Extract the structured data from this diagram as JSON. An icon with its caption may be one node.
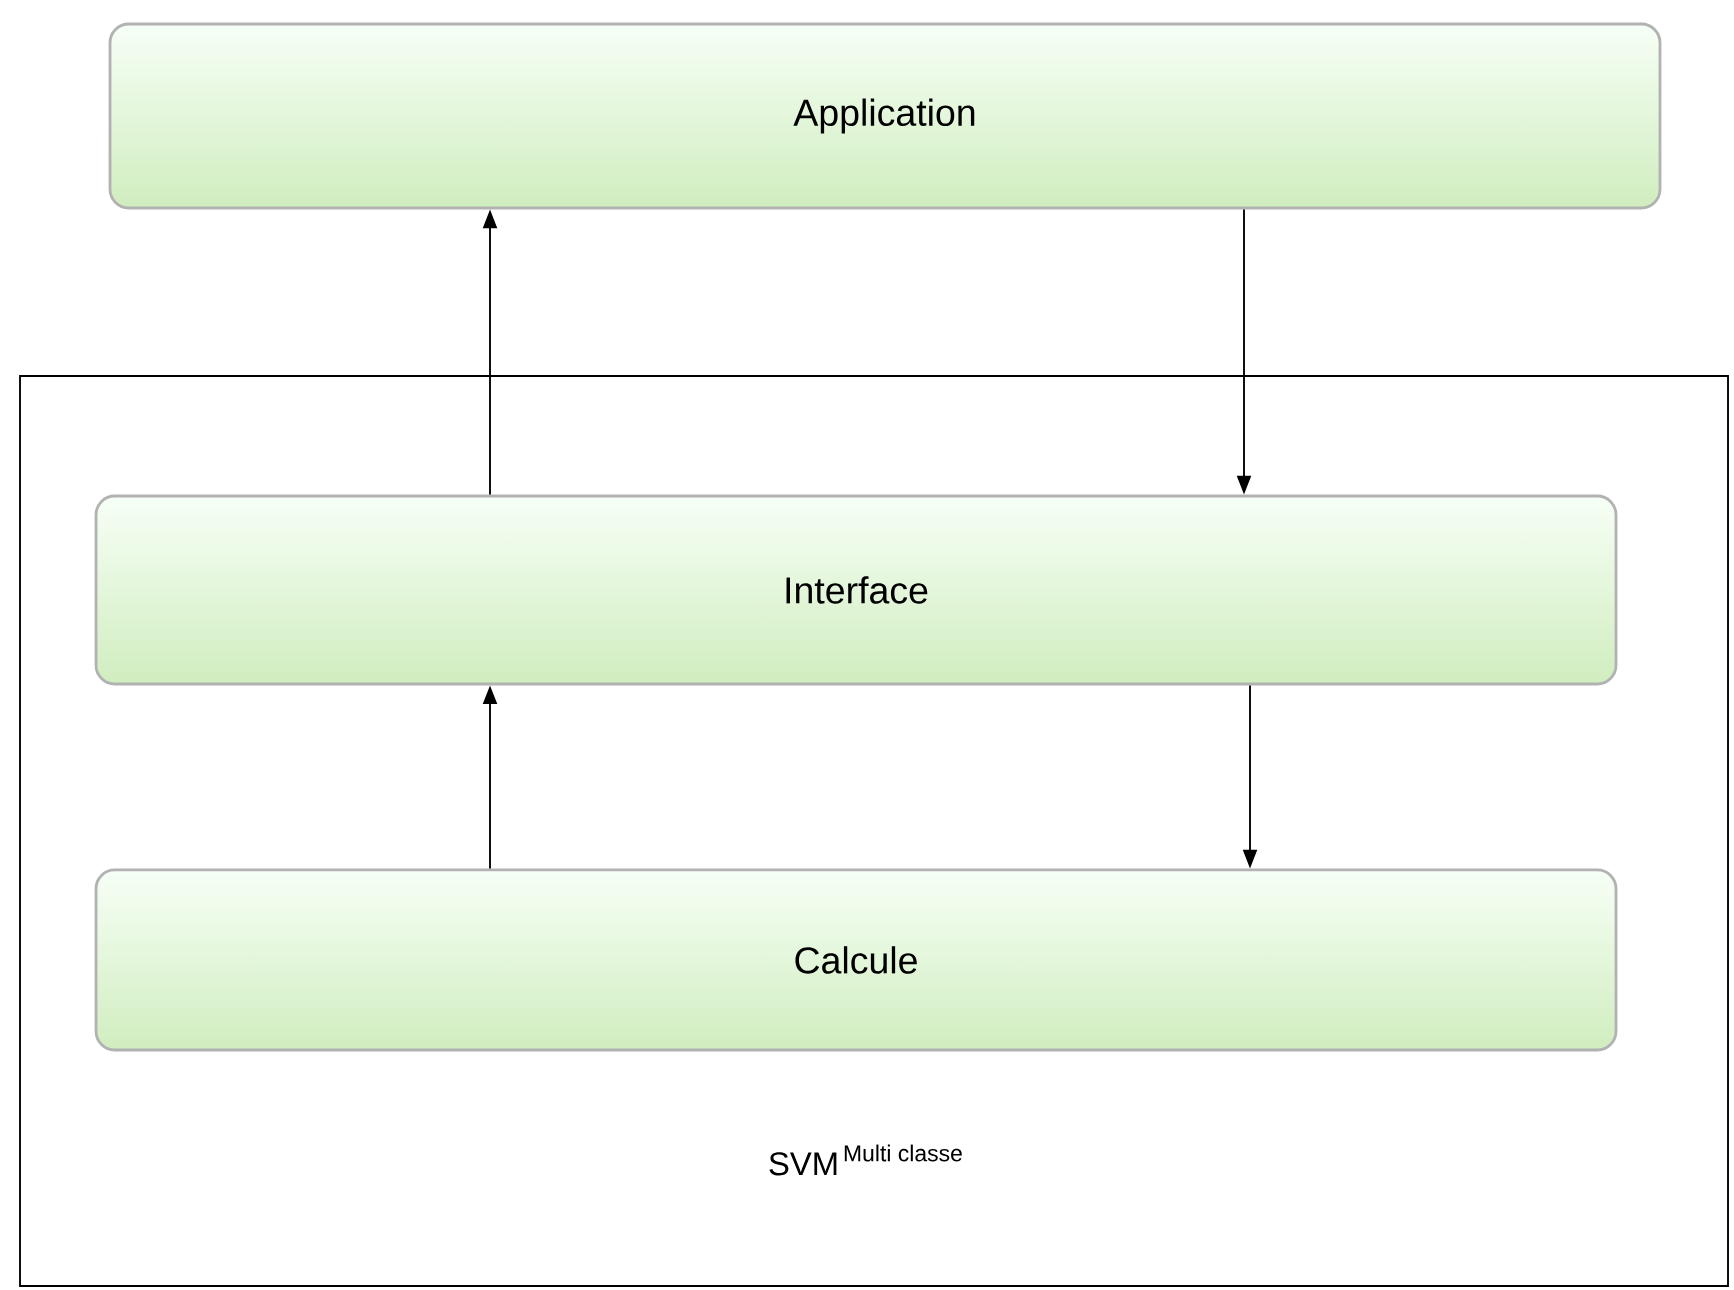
{
  "diagram": {
    "nodes": [
      {
        "text": [
          "Application"
        ]
      },
      {
        "text": [
          "\\text{SVM}^{\\,\\text{Multi classe}}"
        ]
      },
      {
        "text": [
          "Interface"
        ],
        "in": 1
      },
      {
        "text": [
          "Calcule"
        ],
        "in": 1
      }
    ],
    "edges": [
      {
        "from": 2,
        "to": 0,
        "arrow": "to"
      },
      {
        "from": 0,
        "to": 2,
        "arrow": "to"
      },
      {
        "from": 3,
        "to": 2,
        "arrow": "to"
      },
      {
        "from": 2,
        "to": 3,
        "arrow": "to"
      }
    ]
  }
}
